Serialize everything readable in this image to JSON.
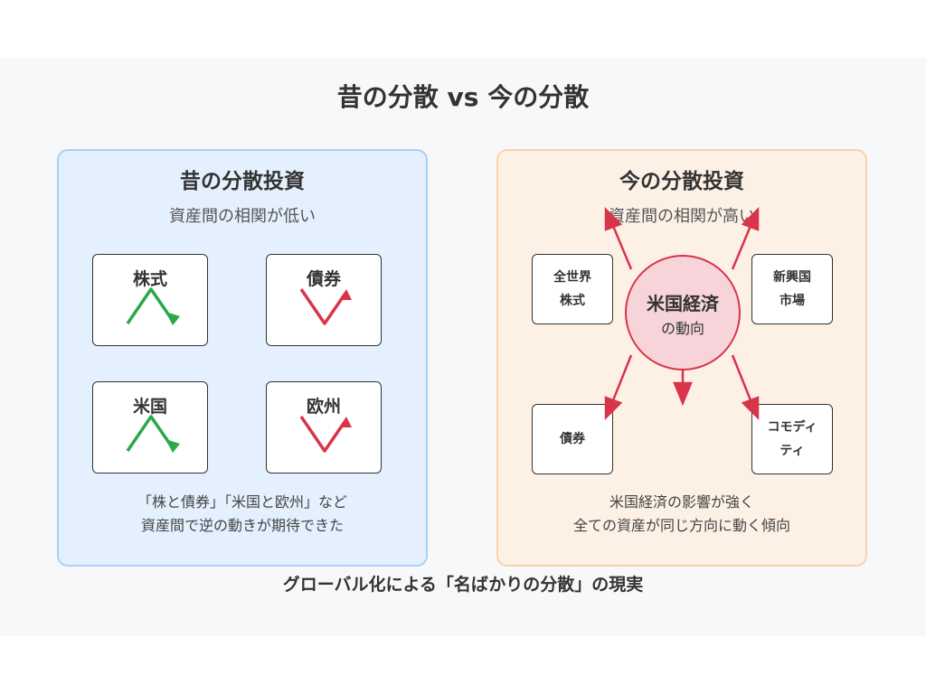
{
  "title": "昔の分散 vs 今の分散",
  "left_panel": {
    "title": "昔の分散投資",
    "subtitle": "資産間の相関が低い",
    "boxes": [
      {
        "label": "株式",
        "trend": "up-down"
      },
      {
        "label": "債券",
        "trend": "down-up"
      },
      {
        "label": "米国",
        "trend": "up-down"
      },
      {
        "label": "欧州",
        "trend": "down-up"
      }
    ],
    "footer_lines": [
      "「株と債券」「米国と欧州」など",
      "資産間で逆の動きが期待できた"
    ]
  },
  "right_panel": {
    "title": "今の分散投資",
    "subtitle": "資産間の相関が高い",
    "hub": {
      "line1": "米国経済",
      "line2": "の動向"
    },
    "assets": [
      {
        "lines": [
          "全世界",
          "株式"
        ]
      },
      {
        "lines": [
          "新興国",
          "市場"
        ]
      },
      {
        "lines": [
          "債券"
        ]
      },
      {
        "lines": [
          "コモディ",
          "ティ"
        ]
      }
    ],
    "footer_lines": [
      "米国経済の影響が強く",
      "全ての資産が同じ方向に動く傾向"
    ]
  },
  "caption": "グローバル化による「名ばかりの分散」の現実",
  "colors": {
    "up": "#2aa84a",
    "down": "#d8344a",
    "left_bg": "#e4f0fd",
    "right_bg": "#fdf1e6",
    "arrow": "#d8344a"
  }
}
